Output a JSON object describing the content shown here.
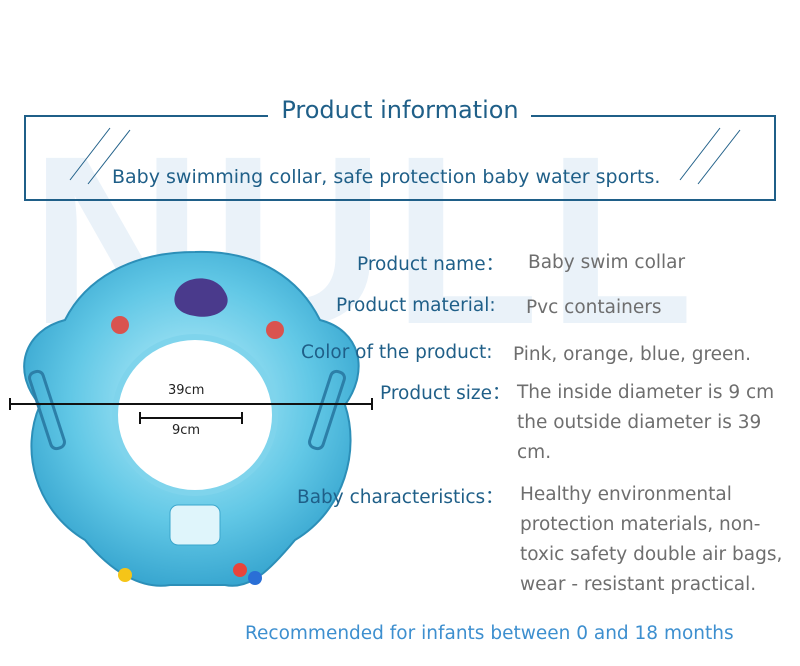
{
  "watermark": "NULL",
  "heading": "Product information",
  "tagline": "Baby swimming collar, safe protection baby water sports.",
  "specs": [
    {
      "label": "Product name：",
      "value": "Baby swim collar"
    },
    {
      "label": "Product material:",
      "value": "Pvc containers"
    },
    {
      "label": "Color of the product:",
      "value": "Pink, orange, blue, green."
    },
    {
      "label": "Product size：",
      "value": "The inside diameter is 9 cm the outside diameter is 39 cm."
    },
    {
      "label": "Baby characteristics：",
      "value": "Healthy environmental protection materials, non-toxic safety double air bags, wear - resistant practical."
    }
  ],
  "dimensions": {
    "outer": "39cm",
    "inner": "9cm"
  },
  "footer": "Recommended for infants between 0 and 18 months",
  "colors": {
    "heading": "#1f5f88",
    "value_text": "#6e6e6e",
    "footer": "#3d8fcf",
    "collar": "#5cc6e6"
  }
}
